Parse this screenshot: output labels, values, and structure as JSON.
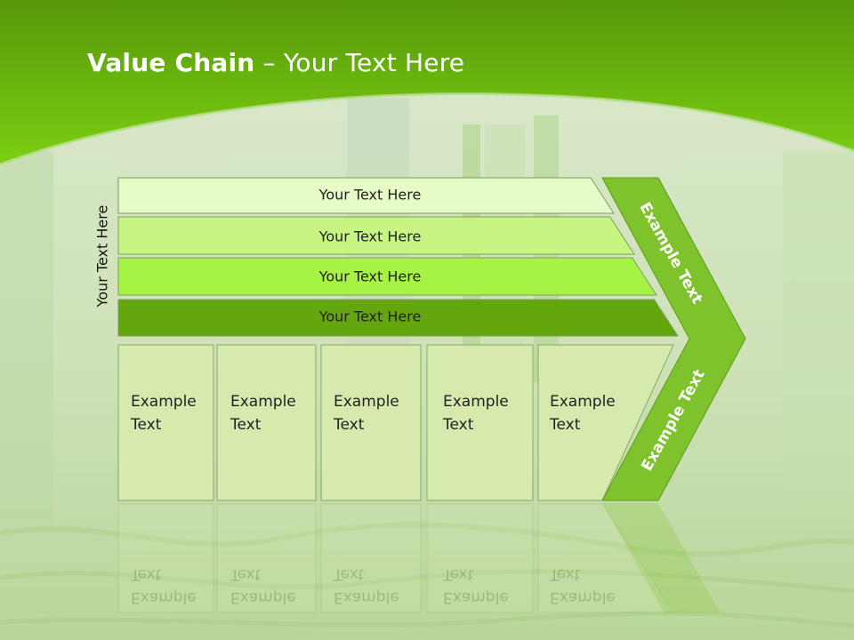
{
  "title": {
    "bold": "Value Chain",
    "rest": " – Your Text Here"
  },
  "side_label": "Your Text Here",
  "rows": [
    {
      "label": "Your Text Here",
      "color": "#e6fbc5"
    },
    {
      "label": "Your Text Here",
      "color": "#c6f681"
    },
    {
      "label": "Your Text Here",
      "color": "#a6f345"
    },
    {
      "label": "Your Text Here",
      "color": "#63a60d"
    }
  ],
  "boxes": [
    {
      "line1": "Example",
      "line2": "Text"
    },
    {
      "line1": "Example",
      "line2": "Text"
    },
    {
      "line1": "Example",
      "line2": "Text"
    },
    {
      "line1": "Example",
      "line2": "Text"
    },
    {
      "line1": "Example",
      "line2": "Text"
    }
  ],
  "chevron": {
    "upper": "Example Text",
    "lower": "Example Text",
    "color": "#7ec22c"
  },
  "colors": {
    "header": "#6cc010",
    "box_fill": "#d7eaae",
    "box_border": "#8aa66a"
  }
}
